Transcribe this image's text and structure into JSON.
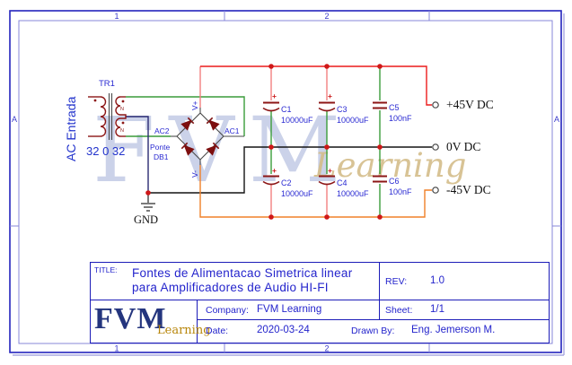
{
  "frame": {
    "columns": [
      "1",
      "2"
    ],
    "row": "A"
  },
  "watermark": {
    "main": "FVM",
    "sub": "Learning"
  },
  "schematic": {
    "transformer": {
      "ref": "TR1",
      "input": "AC Entrada",
      "taps": "32 0 32",
      "winding_mark": "N"
    },
    "bridge": {
      "label1": "Ponte",
      "label2": "DB1",
      "vplus": "V+",
      "vminus": "V-",
      "ac1": "AC1",
      "ac2": "AC2"
    },
    "ground": "GND",
    "plus": "+",
    "capacitors": [
      {
        "ref": "C1",
        "value": "10000uF"
      },
      {
        "ref": "C2",
        "value": "10000uF"
      },
      {
        "ref": "C3",
        "value": "10000uF"
      },
      {
        "ref": "C4",
        "value": "10000uF"
      },
      {
        "ref": "C5",
        "value": "100nF"
      },
      {
        "ref": "C6",
        "value": "100nF"
      }
    ],
    "outputs": [
      {
        "label": "+45V DC",
        "wire_color": "#ec1c1c"
      },
      {
        "label": "0V DC",
        "wire_color": "#141414"
      },
      {
        "label": "-45V DC",
        "wire_color": "#f08028"
      }
    ]
  },
  "title_block": {
    "title_label": "TITLE:",
    "title_line1": "Fontes de Alimentacao Simetrica linear",
    "title_line2": "para Amplificadores de Audio HI-FI",
    "rev_label": "REV:",
    "rev_value": "1.0",
    "company_label": "Company:",
    "company_value": "FVM Learning",
    "sheet_label": "Sheet:",
    "sheet_value": "1/1",
    "date_label": "Date:",
    "date_value": "2020-03-24",
    "drawn_label": "Drawn By:",
    "drawn_value": "Eng. Jemerson M.",
    "logo_main": "FVM",
    "logo_sub": "Learning"
  },
  "colors": {
    "frame_outer": "#2323bd",
    "frame_inner": "#8787d8",
    "text_blue": "#2424cc",
    "wire_red": "#ec1c1c",
    "wire_salmon": "#f28080",
    "wire_green": "#3a9c3a",
    "wire_orange": "#f08028",
    "wire_black": "#141414",
    "wire_navy": "#2a2a72",
    "symbol_maroon": "#8c1616",
    "junction_dot": "#cf1818",
    "watermark_blue": "#bac4e2",
    "watermark_gold": "#d4bd8a",
    "logo_navy": "#24357e",
    "logo_gold": "#b8860b"
  }
}
